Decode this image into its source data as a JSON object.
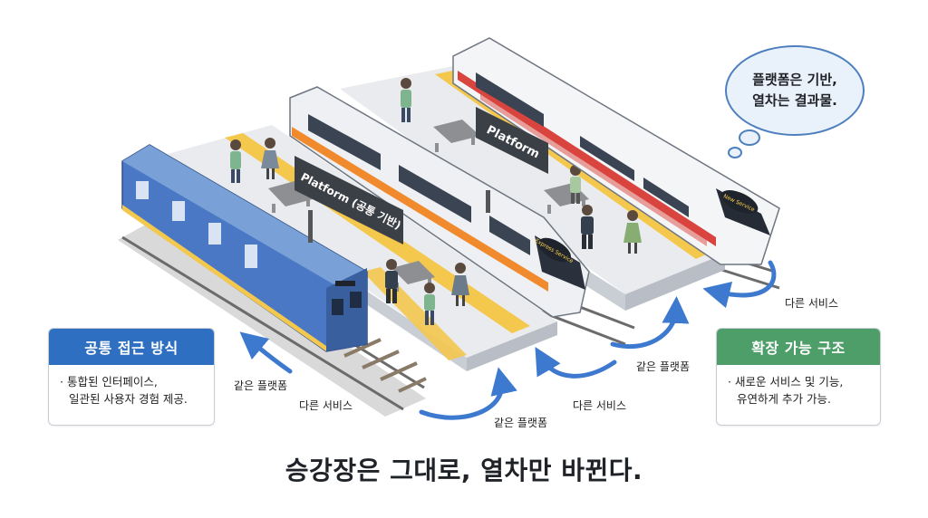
{
  "signs": {
    "front": "Platform (공통 기반)",
    "back": "Platform"
  },
  "train_displays": {
    "blue_front": "",
    "silver_front": "Express Service",
    "white_front": "New Service"
  },
  "route_labels": {
    "left_same": "같은 플랫폼",
    "left_other": "다른 서비스",
    "mid_same": "같은 플랫폼",
    "mid_other": "다른 서비스",
    "right_same": "같은 플랫폼",
    "right_other": "다른 서비스"
  },
  "cards": {
    "left": {
      "title": "공통 접근 방식",
      "lines": [
        "· 통합된 인터페이스,",
        "일관된 사용자 경험 제공."
      ]
    },
    "right": {
      "title": "확장 가능 구조",
      "lines": [
        "· 새로운 서비스 및 기능,",
        "유연하게 추가 가능."
      ]
    }
  },
  "bubble": {
    "line1": "플랫폼은 기반,",
    "line2": "열차는 결과물."
  },
  "caption": "승강장은 그대로, 열차만 바뀐다.",
  "colors": {
    "blue_train": "#4a78c4",
    "arrow": "#3d79cf",
    "left_card": "#2f6fc2",
    "right_card": "#4e9e6a",
    "orange_stripe": "#f08a2c",
    "red_stripe": "#d9453e",
    "tactile_strip": "#f4c74d"
  }
}
